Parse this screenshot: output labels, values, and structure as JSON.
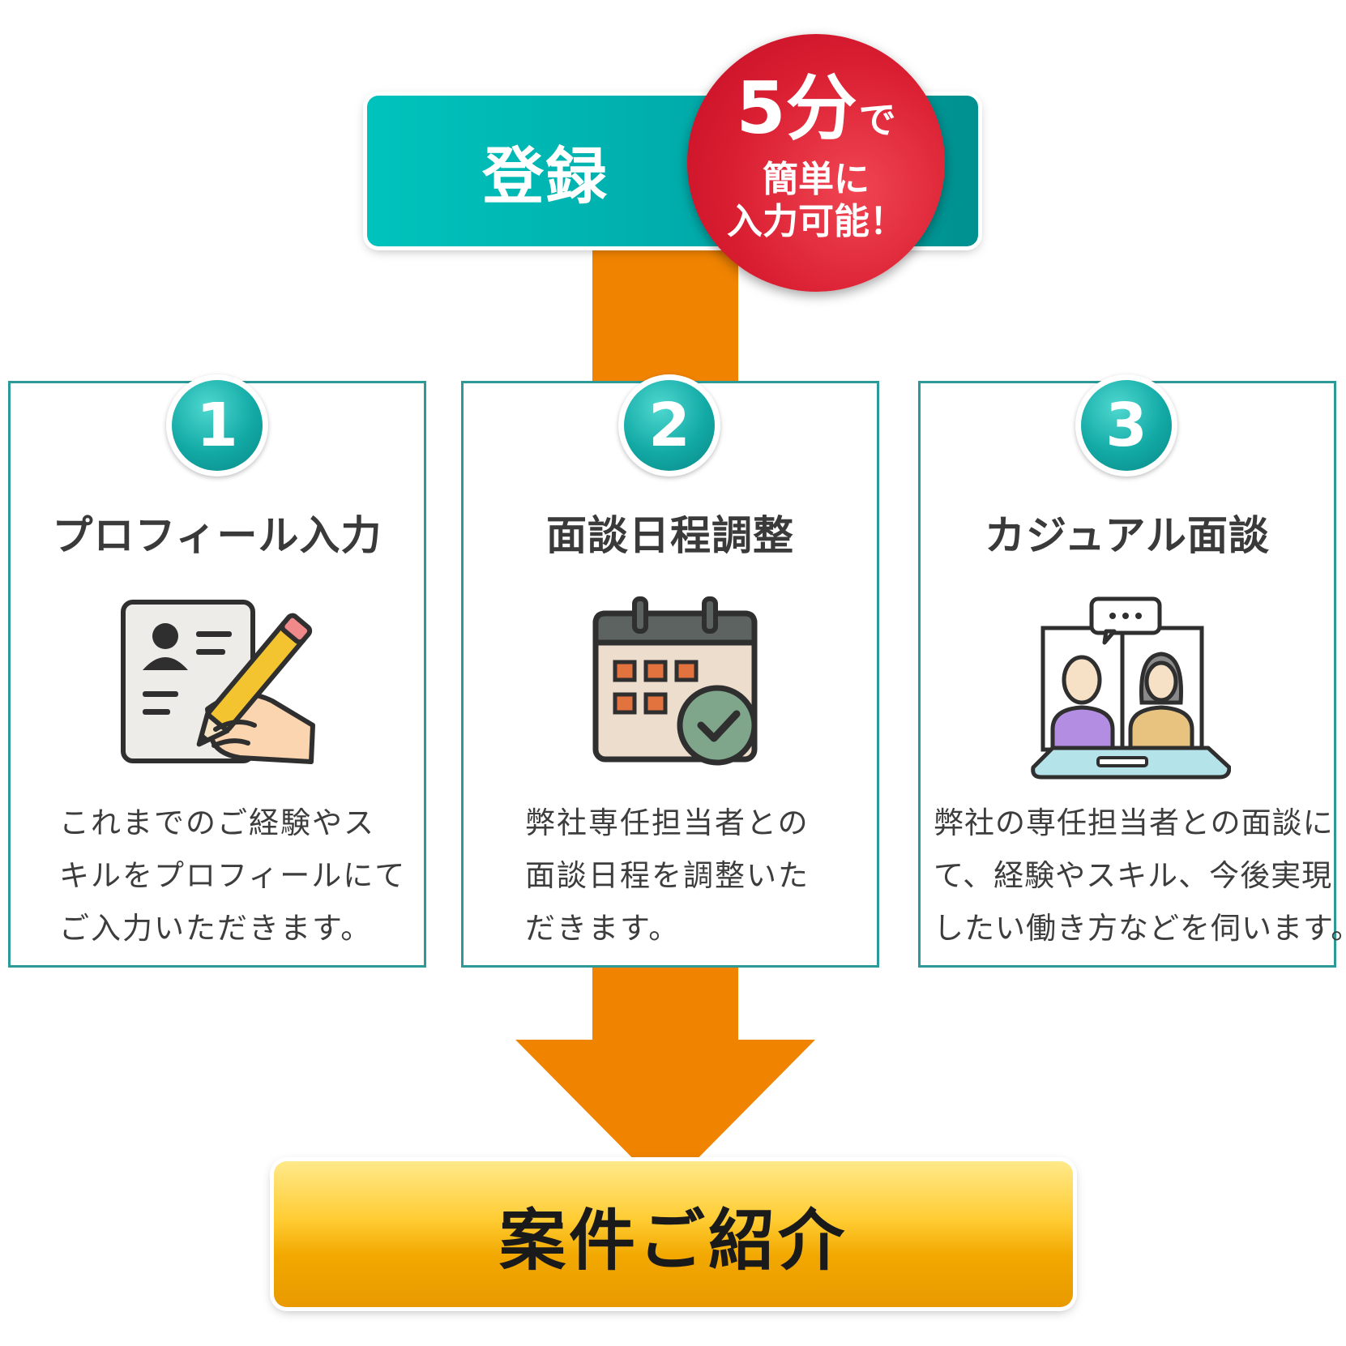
{
  "register": {
    "label": "登録"
  },
  "badge": {
    "minutes": "5分",
    "de": "で",
    "line2": "簡単に",
    "line3": "入力可能！"
  },
  "steps": [
    {
      "number": "1",
      "title": "プロフィール入力",
      "icon": "profile-writing-icon",
      "description": [
        "これまでのご経験やス",
        "キルをプロフィールにて",
        "ご入力いただきます。"
      ]
    },
    {
      "number": "2",
      "title": "面談日程調整",
      "icon": "calendar-check-icon",
      "description": [
        "弊社専任担当者との",
        "面談日程を調整いた",
        "だきます。"
      ]
    },
    {
      "number": "3",
      "title": "カジュアル面談",
      "icon": "video-meeting-icon",
      "description": [
        "弊社の専任担当者との面談に",
        "て、経験やスキル、今後実現",
        "したい働き方などを伺います。"
      ]
    }
  ],
  "result": {
    "label": "案件ご紹介"
  },
  "colors": {
    "teal": "#00b0ad",
    "orange": "#f08300",
    "red": "#d91e31",
    "gold": "#f2a800"
  }
}
